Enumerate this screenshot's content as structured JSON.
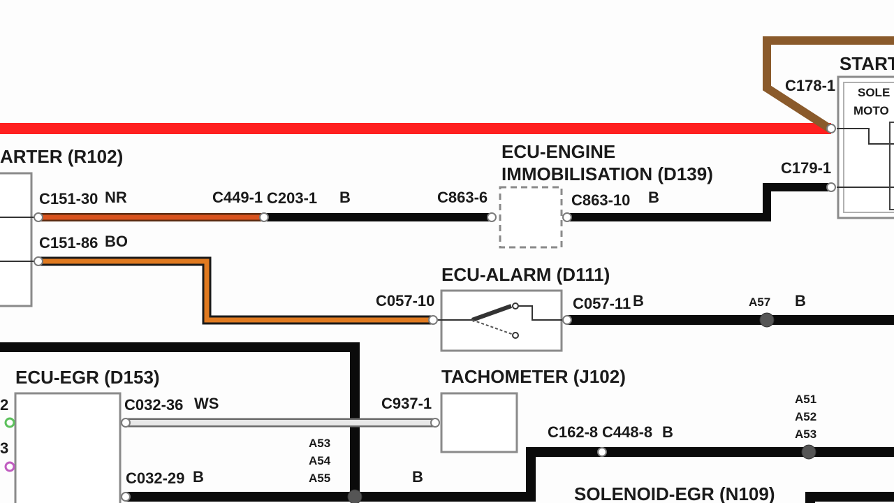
{
  "colors": {
    "red": "#ff2020",
    "brown": "#8a5a2b",
    "nr": "#c84a1c",
    "bo_outer": "#d9741c",
    "black": "#0b0b0b",
    "ws": "#cfcfcf"
  },
  "components": {
    "starter_right": {
      "title": "START",
      "inner1": "SOLE",
      "inner2": "MOTO"
    },
    "starter_left": {
      "title": "ARTER (R102)"
    },
    "ecu_engine": {
      "title1": "ECU-ENGINE",
      "title2": "IMMOBILISATION (D139)"
    },
    "ecu_alarm": {
      "title": "ECU-ALARM (D111)"
    },
    "ecu_egr": {
      "title": "ECU-EGR (D153)"
    },
    "tachometer": {
      "title": "TACHOMETER (J102)"
    },
    "solenoid_egr": {
      "title": "SOLENOID-EGR (N109)"
    }
  },
  "labels": {
    "c178_1": "C178-1",
    "c179_1": "C179-1",
    "c151_30": "C151-30",
    "nr": "NR",
    "c449_1": "C449-1",
    "c203_1": "C203-1",
    "b1": "B",
    "c863_6": "C863-6",
    "c863_10": "C863-10",
    "b2": "B",
    "c151_86": "C151-86",
    "bo": "BO",
    "c057_10": "C057-10",
    "c057_11": "C057-11",
    "b3": "B",
    "a57": "A57",
    "b4": "B",
    "c032_36": "C032-36",
    "ws": "WS",
    "c937_1": "C937-1",
    "c162_8": "C162-8",
    "c448_8": "C448-8",
    "b5": "B",
    "a51": "A51",
    "a52": "A52",
    "a53r": "A53",
    "a53": "A53",
    "a54": "A54",
    "a55": "A55",
    "c032_29": "C032-29",
    "b6": "B",
    "b7": "B",
    "left_2": "2",
    "left_3": "3"
  }
}
